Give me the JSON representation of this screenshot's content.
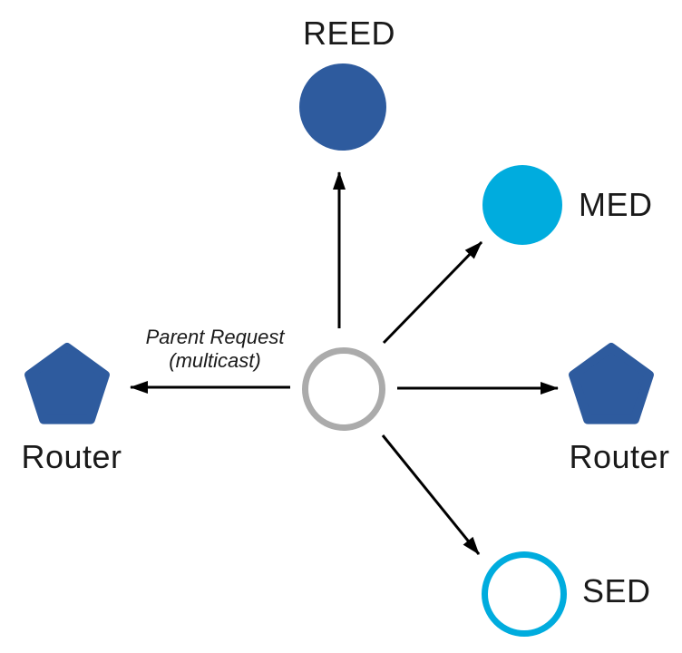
{
  "diagram": {
    "background": "#FFFFFF",
    "annotation": {
      "line1": "Parent Request",
      "line2": "(multicast)"
    },
    "colors": {
      "arrow": "#000000",
      "text": "#1A1A1A",
      "node_blue": "#2E5B9E",
      "node_cyan": "#00ACDE",
      "center_gray": "#ABABAB"
    },
    "nodes": {
      "reed": {
        "label": "REED",
        "shape": "filled-circle",
        "fill": "#2E5B9E"
      },
      "med": {
        "label": "MED",
        "shape": "filled-circle",
        "fill": "#00ACDE"
      },
      "router_left": {
        "label": "Router",
        "shape": "pentagon",
        "fill": "#2E5B9E"
      },
      "router_right": {
        "label": "Router",
        "shape": "pentagon",
        "fill": "#2E5B9E"
      },
      "sed": {
        "label": "SED",
        "shape": "outline-circle",
        "stroke": "#00ACDE"
      },
      "center": {
        "shape": "outline-circle",
        "stroke": "#ABABAB"
      }
    }
  }
}
